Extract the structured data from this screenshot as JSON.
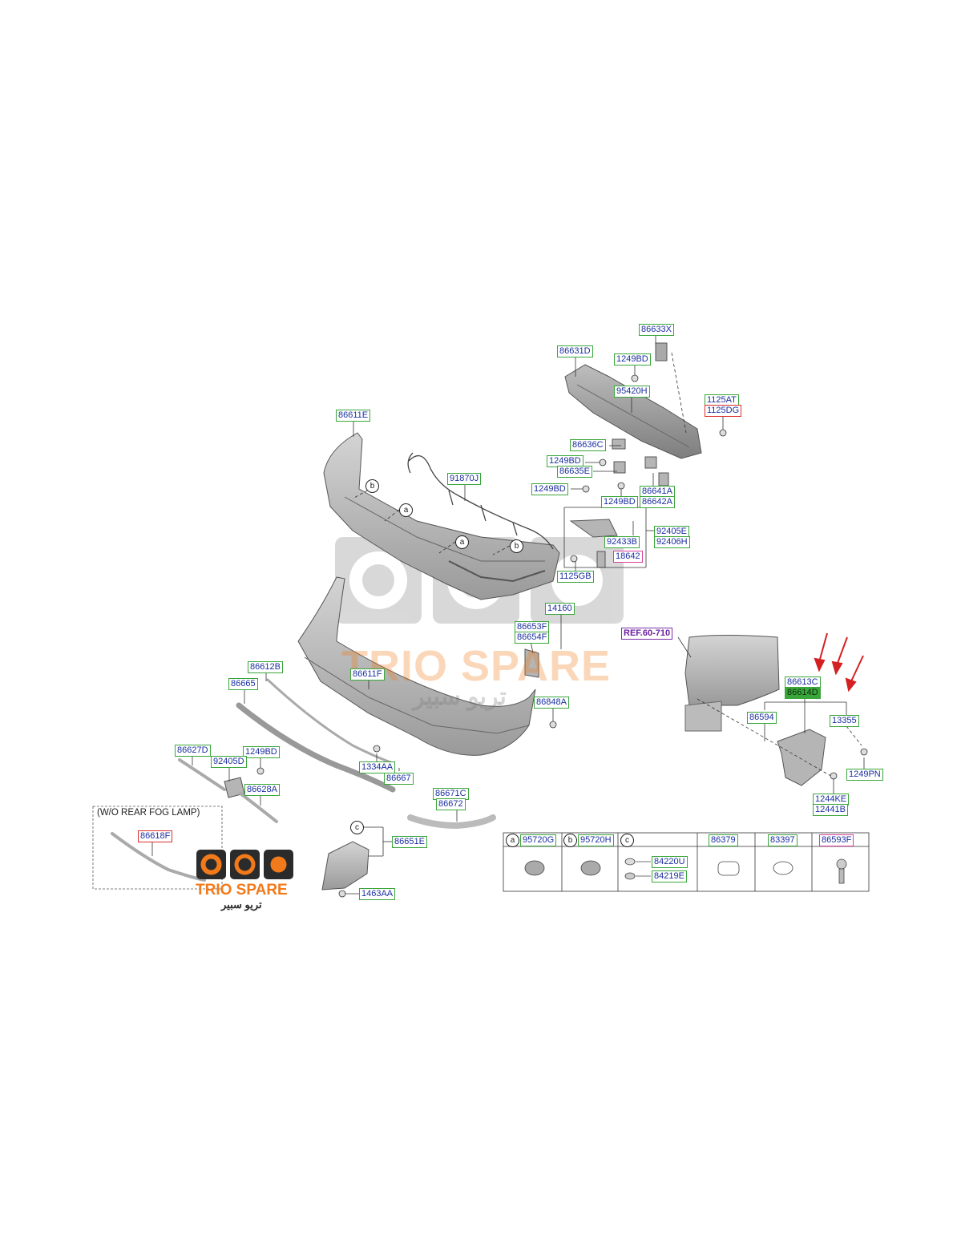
{
  "watermark": {
    "brand": "TRIO SPARE",
    "arabic": "تريو سبير"
  },
  "logo": {
    "brand": "TRIO SPARE",
    "arabic": "تريو سبير"
  },
  "note_wo_fog": "(W/O REAR FOG LAMP)",
  "ref": "REF.60-710",
  "callouts": {
    "a": "a",
    "b": "b",
    "c": "c"
  },
  "parts": {
    "p86633X": "86633X",
    "p86631D": "86631D",
    "p1249BD_1": "1249BD",
    "p95420H": "95420H",
    "p1125AT": "1125AT",
    "p1125DG": "1125DG",
    "p86611E": "86611E",
    "p86636C": "86636C",
    "p1249BD_2": "1249BD",
    "p86635E": "86635E",
    "p91870J": "91870J",
    "p1249BD_3": "1249BD",
    "p86641A": "86641A",
    "p86642A": "86642A",
    "p1249BD_4": "1249BD",
    "p92405E": "92405E",
    "p92406H": "92406H",
    "p92433B": "92433B",
    "p18642": "18642",
    "p1125GB": "1125GB",
    "p14160": "14160",
    "p86653F": "86653F",
    "p86654F": "86654F",
    "p86611F": "86611F",
    "p86612B": "86612B",
    "p86665": "86665",
    "p86848A": "86848A",
    "p86613C": "86613C",
    "p86614D": "86614D",
    "p86594": "86594",
    "p13355": "13355",
    "p1249PN": "1249PN",
    "p1244KE": "1244KE",
    "p12441B": "12441B",
    "p86627D": "86627D",
    "p1249BD_5": "1249BD",
    "p92405D": "92405D",
    "p1334AA": "1334AA",
    "p86667": "86667",
    "p86628A": "86628A",
    "p86671C": "86671C",
    "p86672": "86672",
    "p86618F": "86618F",
    "p86651E": "86651E",
    "p1463AA": "1463AA"
  },
  "legend": {
    "col_a": {
      "letter": "a",
      "part": "95720G"
    },
    "col_b": {
      "letter": "b",
      "part": "95720H"
    },
    "col_c": {
      "letter": "c",
      "part_top": "84220U",
      "part_bottom": "84219E"
    },
    "col_d": {
      "part": "86379"
    },
    "col_e": {
      "part": "83397"
    },
    "col_f": {
      "part": "86593F"
    }
  },
  "colors": {
    "label_text": "#1a2fa0",
    "label_border_green": "#3aa63a",
    "label_border_red": "#d93030",
    "arrow_red": "#d42020",
    "logo_orange": "#f27a1a",
    "logo_dark": "#2b2b2b"
  }
}
